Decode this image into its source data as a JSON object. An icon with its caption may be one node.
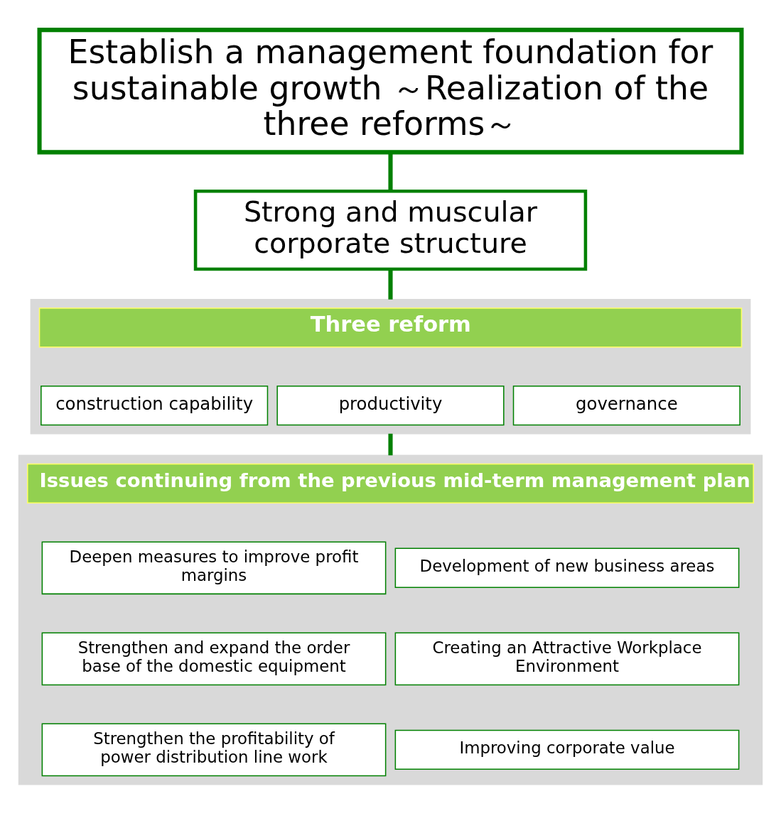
{
  "diagram": {
    "nodes": [
      {
        "text": [
          "Establish a management foundation for sustainable growth ～Realization of the three reforms～"
        ]
      },
      {
        "text": [
          "Strong and muscular corporate structure"
        ]
      },
      {
        "text": [],
        "shape": "box"
      },
      {
        "text": [
          "Three reform"
        ],
        "in": 2
      },
      {
        "text": [
          "construction capability"
        ],
        "in": 2
      },
      {
        "text": [
          "productivity"
        ],
        "in": 2
      },
      {
        "text": [
          "governance"
        ],
        "in": 2
      },
      {
        "text": [],
        "shape": "box"
      },
      {
        "text": [
          "Issues continuing from the previous mid-term management plan"
        ],
        "in": 7
      },
      {
        "text": [
          "Deepen measures to improve profit margins"
        ],
        "in": 7
      },
      {
        "text": [
          "Development of new business areas"
        ],
        "in": 7
      },
      {
        "text": [
          "Strengthen and expand the order base of the domestic equipment"
        ],
        "in": 7
      },
      {
        "text": [
          "Creating an Attractive Workplace Environment"
        ],
        "in": 7
      },
      {
        "text": [
          "Strengthen the profitability of power distribution line work"
        ],
        "in": 7
      },
      {
        "text": [
          "Improving corporate value"
        ],
        "in": 7
      }
    ],
    "edges": [
      {
        "from": 0,
        "to": 1,
        "arrow": "none"
      },
      {
        "from": 1,
        "to": 2,
        "arrow": "none"
      },
      {
        "from": 2,
        "to": 7,
        "arrow": "none"
      }
    ]
  }
}
